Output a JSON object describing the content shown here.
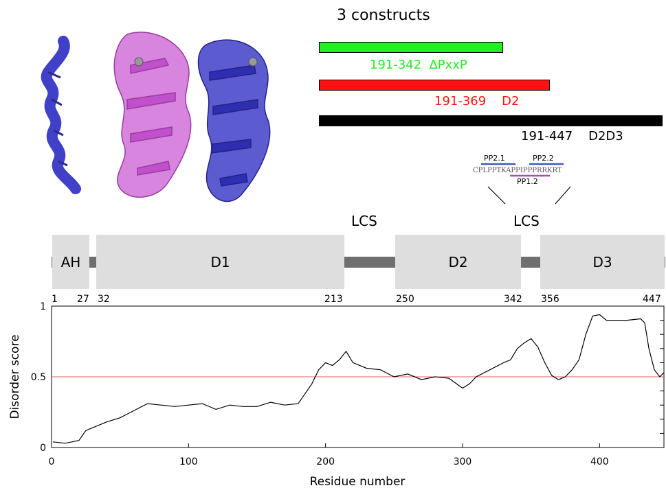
{
  "constructs": {
    "title": "3 constructs",
    "items": [
      {
        "range": "191-342",
        "name": "∆PxxP",
        "color": "#22ee22",
        "start": 191,
        "end": 342
      },
      {
        "range": "191-369",
        "name": "D2",
        "color": "#ff1111",
        "start": 191,
        "end": 369
      },
      {
        "range": "191-447",
        "name": "D2D3",
        "color": "#000000",
        "start": 191,
        "end": 447
      }
    ]
  },
  "motif": {
    "sequence": "CPLPPTKAPPIPPPRRKRT",
    "labels": [
      "PP2.1",
      "PP2.2",
      "PP1.2"
    ],
    "colors": {
      "pp2": "#3a5bb8",
      "pp1": "#a050b0"
    }
  },
  "domains": {
    "lcs_label": "LCS",
    "items": [
      {
        "name": "AH",
        "start": 1,
        "end": 27
      },
      {
        "name": "D1",
        "start": 32,
        "end": 213
      },
      {
        "name": "D2",
        "start": 250,
        "end": 342
      },
      {
        "name": "D3",
        "start": 356,
        "end": 447
      }
    ],
    "positions": [
      "1",
      "27",
      "32",
      "213",
      "250",
      "342",
      "356",
      "447"
    ]
  },
  "structure": {
    "chain_a_color": "#4040c8",
    "chain_b_color": "#d070d8"
  },
  "chart_data": {
    "type": "line",
    "xlabel": "Residue number",
    "ylabel": "Disorder score",
    "xlim": [
      0,
      447
    ],
    "ylim": [
      0,
      1
    ],
    "xticks": [
      0,
      100,
      200,
      300,
      400
    ],
    "yticks": [
      0,
      0.5,
      1
    ],
    "ytick_labels": [
      "0",
      "0.5",
      "1"
    ],
    "threshold": 0.5,
    "threshold_color": "#e06060",
    "series": [
      {
        "color": "#000000",
        "x": [
          1,
          10,
          20,
          25,
          30,
          40,
          50,
          60,
          70,
          80,
          90,
          100,
          110,
          120,
          130,
          140,
          150,
          160,
          170,
          180,
          185,
          190,
          195,
          200,
          205,
          210,
          215,
          220,
          230,
          240,
          250,
          260,
          270,
          280,
          290,
          300,
          305,
          310,
          320,
          330,
          335,
          340,
          345,
          350,
          355,
          360,
          365,
          370,
          375,
          380,
          385,
          390,
          395,
          400,
          405,
          410,
          420,
          430,
          433,
          436,
          440,
          444,
          447
        ],
        "y": [
          0.04,
          0.03,
          0.05,
          0.12,
          0.14,
          0.18,
          0.21,
          0.26,
          0.31,
          0.3,
          0.29,
          0.3,
          0.31,
          0.27,
          0.3,
          0.29,
          0.29,
          0.32,
          0.3,
          0.31,
          0.38,
          0.45,
          0.55,
          0.6,
          0.58,
          0.62,
          0.68,
          0.6,
          0.56,
          0.55,
          0.5,
          0.52,
          0.48,
          0.5,
          0.49,
          0.42,
          0.45,
          0.5,
          0.55,
          0.6,
          0.62,
          0.7,
          0.74,
          0.77,
          0.71,
          0.6,
          0.51,
          0.48,
          0.5,
          0.55,
          0.62,
          0.8,
          0.93,
          0.94,
          0.9,
          0.9,
          0.9,
          0.91,
          0.88,
          0.7,
          0.55,
          0.5,
          0.53
        ]
      }
    ]
  }
}
